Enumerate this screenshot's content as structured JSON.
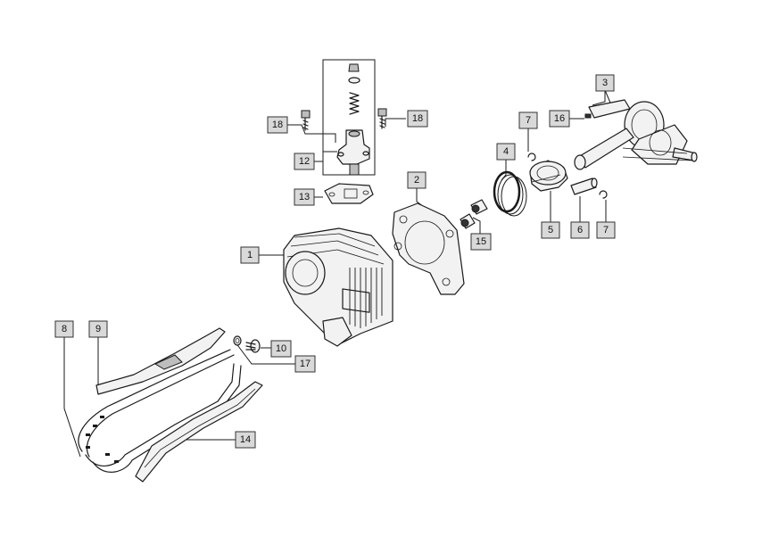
{
  "callouts": [
    {
      "id": "c1",
      "label": "1"
    },
    {
      "id": "c2",
      "label": "2"
    },
    {
      "id": "c3",
      "label": "3"
    },
    {
      "id": "c4",
      "label": "4"
    },
    {
      "id": "c5",
      "label": "5"
    },
    {
      "id": "c6",
      "label": "6"
    },
    {
      "id": "c7a",
      "label": "7"
    },
    {
      "id": "c7b",
      "label": "7"
    },
    {
      "id": "c8",
      "label": "8"
    },
    {
      "id": "c9",
      "label": "9"
    },
    {
      "id": "c10",
      "label": "10"
    },
    {
      "id": "c12",
      "label": "12"
    },
    {
      "id": "c13",
      "label": "13"
    },
    {
      "id": "c14",
      "label": "14"
    },
    {
      "id": "c15",
      "label": "15"
    },
    {
      "id": "c16",
      "label": "16"
    },
    {
      "id": "c17",
      "label": "17"
    },
    {
      "id": "c18a",
      "label": "18"
    },
    {
      "id": "c18b",
      "label": "18"
    }
  ]
}
